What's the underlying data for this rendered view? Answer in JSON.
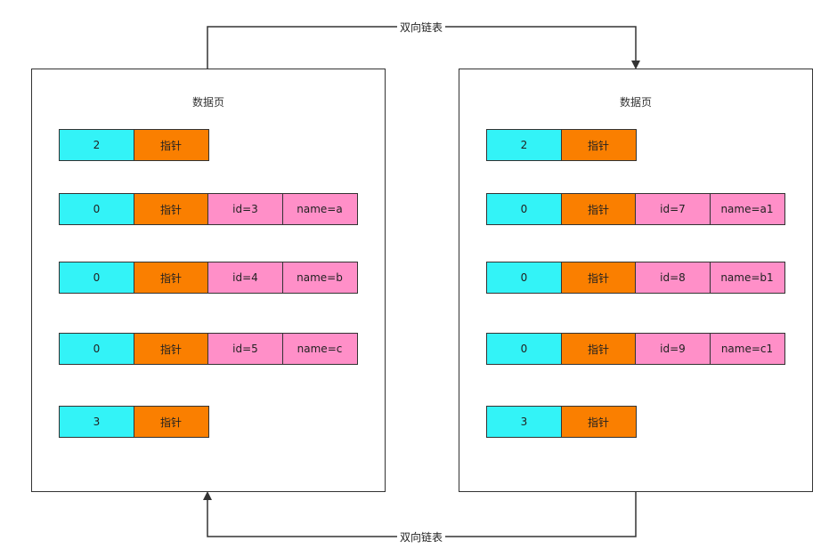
{
  "links": {
    "top_label": "双向链表",
    "bottom_label": "双向链表"
  },
  "pages": [
    {
      "title": "数据页",
      "rows": [
        {
          "cells": [
            "2",
            "指针"
          ]
        },
        {
          "cells": [
            "0",
            "指针",
            "id=3",
            "name=a"
          ]
        },
        {
          "cells": [
            "0",
            "指针",
            "id=4",
            "name=b"
          ]
        },
        {
          "cells": [
            "0",
            "指针",
            "id=5",
            "name=c"
          ]
        },
        {
          "cells": [
            "3",
            "指针"
          ]
        }
      ]
    },
    {
      "title": "数据页",
      "rows": [
        {
          "cells": [
            "2",
            "指针"
          ]
        },
        {
          "cells": [
            "0",
            "指针",
            "id=7",
            "name=a1"
          ]
        },
        {
          "cells": [
            "0",
            "指针",
            "id=8",
            "name=b1"
          ]
        },
        {
          "cells": [
            "0",
            "指针",
            "id=9",
            "name=c1"
          ]
        },
        {
          "cells": [
            "3",
            "指针"
          ]
        }
      ]
    }
  ],
  "colors": {
    "record_header": "#33f3f7",
    "pointer": "#fa7f00",
    "field": "#ff8fc8",
    "stroke": "#333333"
  }
}
